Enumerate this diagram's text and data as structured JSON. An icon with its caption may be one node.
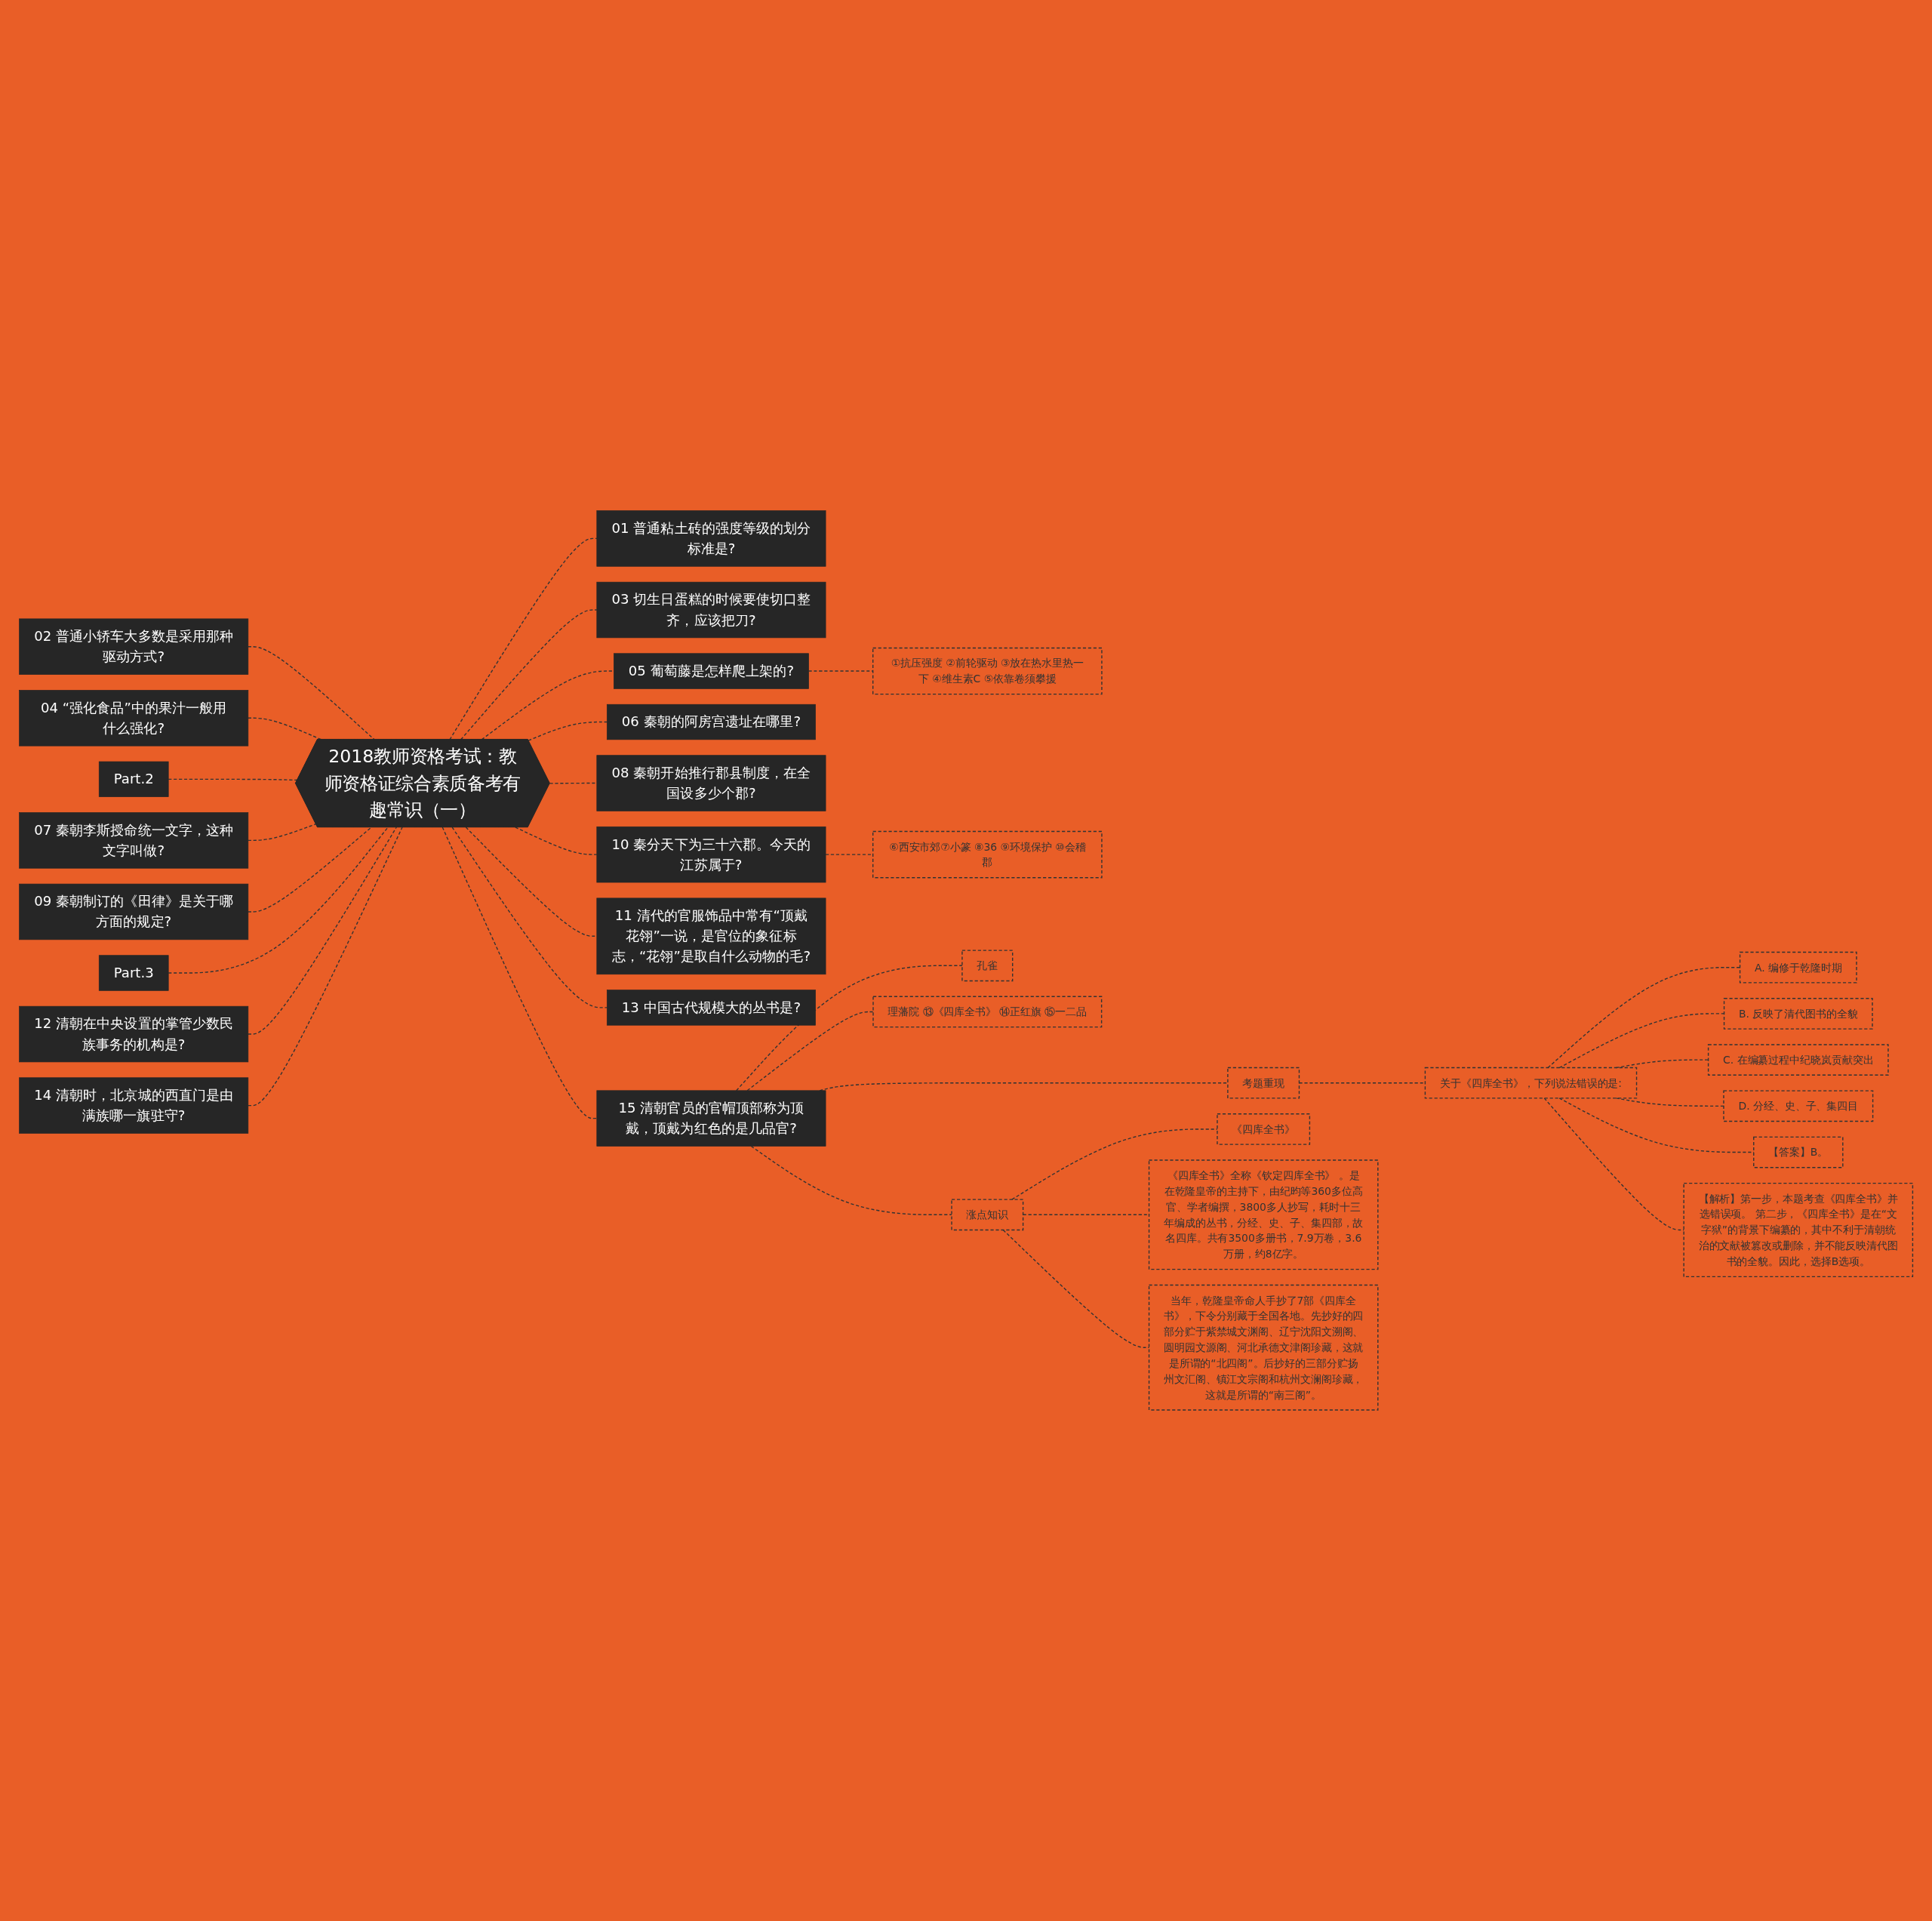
{
  "diagram": {
    "nodes": [
      {
        "text": [
          "2018教师资格考试：教师资格证综合素质备考有趣常识（一）"
        ]
      },
      {
        "text": [
          "01 普通粘土砖的强度等级的划分标准是?"
        ]
      },
      {
        "text": [
          "03 切生日蛋糕的时候要使切口整齐，应该把刀?"
        ]
      },
      {
        "text": [
          "05 葡萄藤是怎样爬上架的?"
        ]
      },
      {
        "text": [
          "①抗压强度 ②前轮驱动 ③放在热水里热一下 ④维生素C ⑤依靠卷须攀援"
        ]
      },
      {
        "text": [
          "06 秦朝的阿房宫遗址在哪里?"
        ]
      },
      {
        "text": [
          "08 秦朝开始推行郡县制度，在全国设多少个郡?"
        ]
      },
      {
        "text": [
          "10 秦分天下为三十六郡。今天的江苏属于?"
        ]
      },
      {
        "text": [
          "⑥西安市郊⑦小篆 ⑧36 ⑨环境保护 ⑩会稽郡"
        ]
      },
      {
        "text": [
          "11 清代的官服饰品中常有“顶戴花翎”一说，是官位的象征标志，“花翎”是取自什么动物的毛?"
        ]
      },
      {
        "text": [
          "13 中国古代规模大的丛书是?"
        ]
      },
      {
        "text": [
          "15 清朝官员的官帽顶部称为顶戴，顶戴为红色的是几品官?"
        ]
      },
      {
        "text": [
          "孔雀"
        ]
      },
      {
        "text": [
          "理藩院 ⑬《四库全书》 ⑭正红旗 ⑮一二品"
        ]
      },
      {
        "text": [
          "考题重现"
        ]
      },
      {
        "text": [
          "关于《四库全书》，下列说法错误的是:"
        ]
      },
      {
        "text": [
          "A. 编修于乾隆时期"
        ]
      },
      {
        "text": [
          "B. 反映了清代图书的全貌"
        ]
      },
      {
        "text": [
          "C. 在编纂过程中纪晓岚贡献突出"
        ]
      },
      {
        "text": [
          "D. 分经、史、子、集四目"
        ]
      },
      {
        "text": [
          "【答案】B。"
        ]
      },
      {
        "text": [
          "【解析】第一步，本题考查《四库全书》并选错误项。 第二步，《四库全书》是在“文字狱”的背景下编纂的，其中不利于清朝统治的文献被篡改或删除，并不能反映清代图书的全貌。因此，选择B选项。"
        ]
      },
      {
        "text": [
          "涨点知识"
        ]
      },
      {
        "text": [
          "《四库全书》"
        ]
      },
      {
        "text": [
          "《四库全书》全称《钦定四库全书》 。是在乾隆皇帝的主持下，由纪昀等360多位高官、学者编撰，3800多人抄写，耗时十三年编成的丛书，分经、史、子、集四部，故名四库。共有3500多册书，7.9万卷，3.6万册，约8亿字。"
        ]
      },
      {
        "text": [
          "当年，乾隆皇帝命人手抄了7部《四库全书》，下令分别藏于全国各地。先抄好的四部分贮于紫禁城文渊阁、辽宁沈阳文溯阁、圆明园文源阁、河北承德文津阁珍藏，这就是所谓的“北四阁”。后抄好的三部分贮扬州文汇阁、镇江文宗阁和杭州文澜阁珍藏，这就是所谓的“南三阁”。"
        ]
      },
      {
        "text": [
          "02 普通小轿车大多数是采用那种驱动方式?"
        ]
      },
      {
        "text": [
          "04 “强化食品”中的果汁一般用什么强化?"
        ]
      },
      {
        "text": [
          "Part.2"
        ]
      },
      {
        "text": [
          "07 秦朝李斯授命统一文字，这种文字叫做?"
        ]
      },
      {
        "text": [
          "09 秦朝制订的《田律》是关于哪方面的规定?"
        ]
      },
      {
        "text": [
          "Part.3"
        ]
      },
      {
        "text": [
          "12 清朝在中央设置的掌管少数民族事务的机构是?"
        ]
      },
      {
        "text": [
          "14 清朝时，北京城的西直门是由满族哪一旗驻守?"
        ]
      }
    ],
    "edges": [
      {
        "from": 0,
        "to": 1,
        "arrow": "none",
        "style": "dashed"
      },
      {
        "from": 0,
        "to": 2,
        "arrow": "none",
        "style": "dashed"
      },
      {
        "from": 0,
        "to": 3,
        "arrow": "none",
        "style": "dashed"
      },
      {
        "from": 3,
        "to": 4,
        "arrow": "none",
        "style": "dashed"
      },
      {
        "from": 0,
        "to": 5,
        "arrow": "none",
        "style": "dashed"
      },
      {
        "from": 0,
        "to": 6,
        "arrow": "none",
        "style": "dashed"
      },
      {
        "from": 0,
        "to": 7,
        "arrow": "none",
        "style": "dashed"
      },
      {
        "from": 7,
        "to": 8,
        "arrow": "none",
        "style": "dashed"
      },
      {
        "from": 0,
        "to": 9,
        "arrow": "none",
        "style": "dashed"
      },
      {
        "from": 0,
        "to": 10,
        "arrow": "none",
        "style": "dashed"
      },
      {
        "from": 0,
        "to": 11,
        "arrow": "none",
        "style": "dashed"
      },
      {
        "from": 11,
        "to": 12,
        "arrow": "none",
        "style": "dashed"
      },
      {
        "from": 11,
        "to": 13,
        "arrow": "none",
        "style": "dashed"
      },
      {
        "from": 11,
        "to": 14,
        "arrow": "none",
        "style": "dashed"
      },
      {
        "from": 14,
        "to": 15,
        "arrow": "none",
        "style": "dashed"
      },
      {
        "from": 15,
        "to": 16,
        "arrow": "none",
        "style": "dashed"
      },
      {
        "from": 15,
        "to": 17,
        "arrow": "none",
        "style": "dashed"
      },
      {
        "from": 15,
        "to": 18,
        "arrow": "none",
        "style": "dashed"
      },
      {
        "from": 15,
        "to": 19,
        "arrow": "none",
        "style": "dashed"
      },
      {
        "from": 15,
        "to": 20,
        "arrow": "none",
        "style": "dashed"
      },
      {
        "from": 15,
        "to": 21,
        "arrow": "none",
        "style": "dashed"
      },
      {
        "from": 11,
        "to": 22,
        "arrow": "none",
        "style": "dashed"
      },
      {
        "from": 22,
        "to": 23,
        "arrow": "none",
        "style": "dashed"
      },
      {
        "from": 22,
        "to": 24,
        "arrow": "none",
        "style": "dashed"
      },
      {
        "from": 22,
        "to": 25,
        "arrow": "none",
        "style": "dashed"
      },
      {
        "from": 0,
        "to": 26,
        "arrow": "none",
        "style": "dashed"
      },
      {
        "from": 0,
        "to": 27,
        "arrow": "none",
        "style": "dashed"
      },
      {
        "from": 0,
        "to": 28,
        "arrow": "none",
        "style": "dashed"
      },
      {
        "from": 0,
        "to": 29,
        "arrow": "none",
        "style": "dashed"
      },
      {
        "from": 0,
        "to": 30,
        "arrow": "none",
        "style": "dashed"
      },
      {
        "from": 0,
        "to": 31,
        "arrow": "none",
        "style": "dashed"
      },
      {
        "from": 0,
        "to": 32,
        "arrow": "none",
        "style": "dashed"
      },
      {
        "from": 0,
        "to": 33,
        "arrow": "none",
        "style": "dashed"
      }
    ]
  }
}
